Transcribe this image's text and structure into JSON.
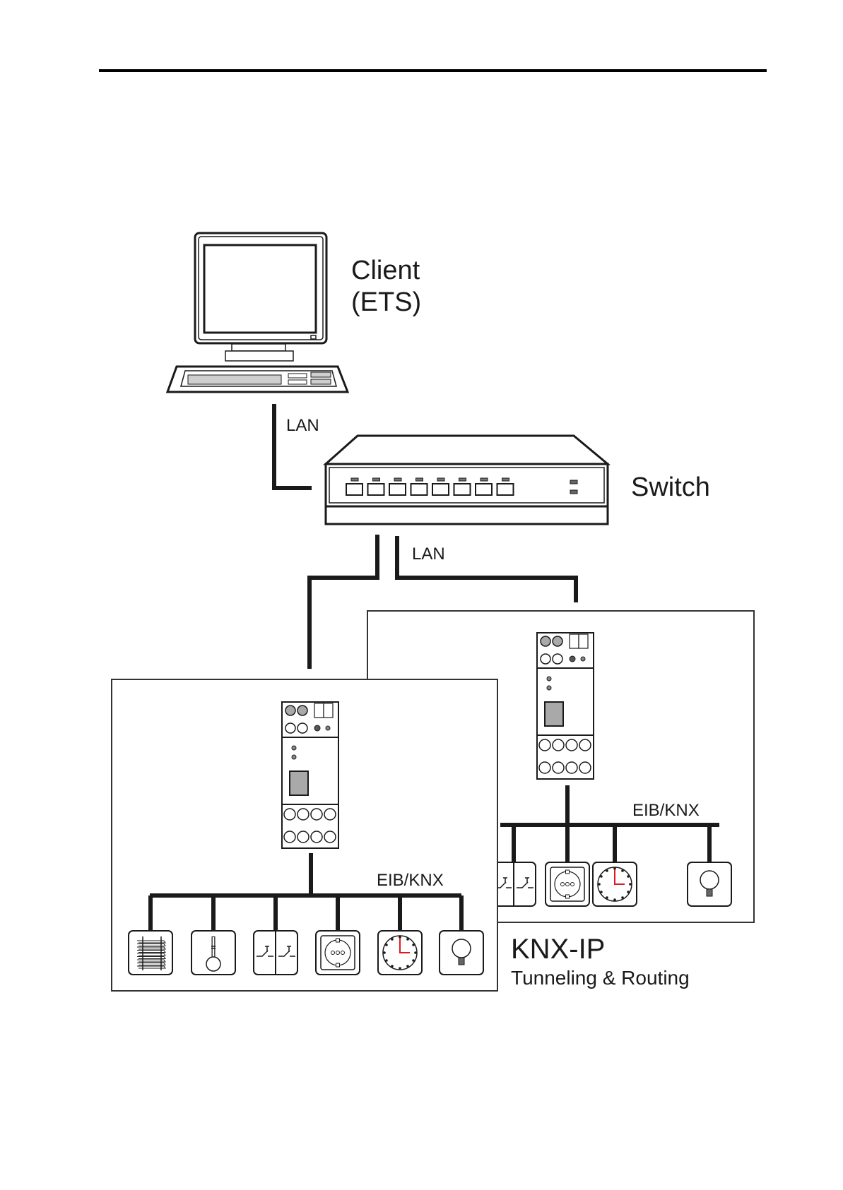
{
  "page": {
    "header_rule": true
  },
  "client": {
    "title": "Client",
    "subtitle": "(ETS)",
    "icon": "desktop-computer-icon"
  },
  "switch": {
    "label": "Switch",
    "port_count": 8,
    "status_leds": 2,
    "icon": "network-switch-icon"
  },
  "links": {
    "client_to_switch": "LAN",
    "switch_to_gateways": "LAN"
  },
  "gateways": [
    {
      "name": "back",
      "bus_label": "EIB/KNX",
      "devices": [
        "pushbutton-switch",
        "socket-outlet",
        "clock-timer",
        "light-bulb"
      ]
    },
    {
      "name": "front",
      "bus_label": "EIB/KNX",
      "devices": [
        "blinds-shutter",
        "thermostat-thermometer",
        "pushbutton-switch",
        "socket-outlet",
        "clock-timer",
        "light-bulb"
      ]
    }
  ],
  "caption": {
    "title": "KNX-IP",
    "subtitle": "Tunneling & Routing"
  },
  "colors": {
    "line": "#1a1a1a",
    "clock_hand": "#e0191b",
    "module_fill": "#a9a9a9"
  }
}
